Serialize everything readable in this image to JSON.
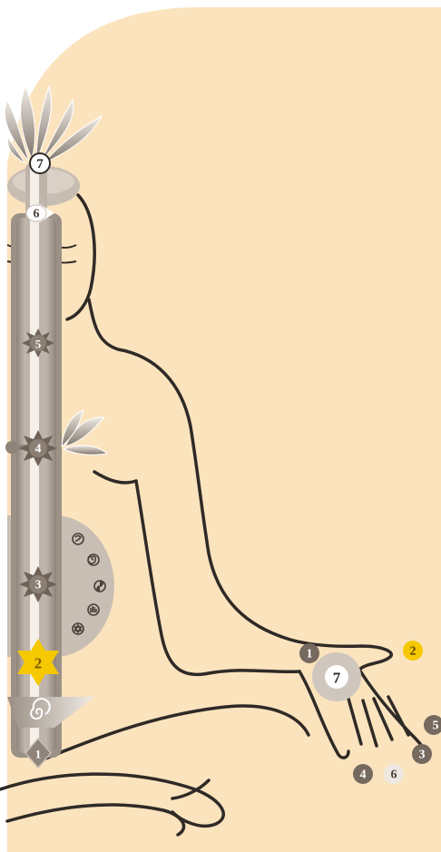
{
  "colors": {
    "background": "#fbe3bd",
    "outline": "#2f2a26",
    "column_light": "#ddd3c8",
    "column_dark": "#8f847a",
    "chakra_dark": "#76695f",
    "sacral_yellow": "#f6c800",
    "palm_gray": "#cfc6bd"
  },
  "chakras": {
    "crown": "7",
    "third_eye": "6",
    "throat": "5",
    "heart": "4",
    "solar_plexus": "3",
    "sacral": "2",
    "root": "1"
  },
  "hand_points": {
    "p1": "1",
    "p2": "2",
    "p7": "7",
    "p5": "5",
    "p3": "3",
    "p4": "4",
    "p6": "6"
  },
  "icons": [
    "om-symbol-icon",
    "spiral-icon",
    "yin-yang-icon",
    "hand-icon",
    "star-of-david-icon"
  ]
}
